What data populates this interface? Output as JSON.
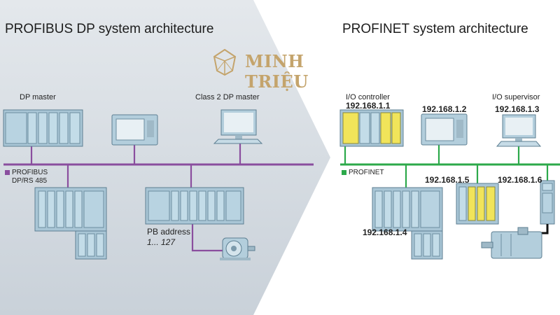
{
  "left": {
    "title": "PROFIBUS DP system architecture",
    "labels": {
      "dp_master": "DP master",
      "class2_master": "Class 2 DP master",
      "bus_name_line1": "PROFIBUS",
      "bus_name_line2": "DP/RS 485",
      "pb_address": "PB address",
      "pb_range": "1... 127"
    },
    "bus_color": "#8a4e9e"
  },
  "right": {
    "title": "PROFINET system architecture",
    "labels": {
      "io_controller": "I/O controller",
      "io_supervisor": "I/O supervisor",
      "bus_name": "PROFINET"
    },
    "ips": {
      "controller": "192.168.1.1",
      "hmi": "192.168.1.2",
      "supervisor": "192.168.1.3",
      "remote_io": "192.168.1.4",
      "safety_io": "192.168.1.5",
      "drive": "192.168.1.6"
    },
    "bus_color": "#2ca94a"
  },
  "watermark": {
    "text": "MINH TRIỆU",
    "color": "#c4a46c"
  },
  "icons": [
    "plc-rack-icon",
    "hmi-panel-icon",
    "pc-workstation-icon",
    "remote-io-rack-icon",
    "motor-icon",
    "drive-icon",
    "servo-motor-icon",
    "logo-gem-icon"
  ]
}
